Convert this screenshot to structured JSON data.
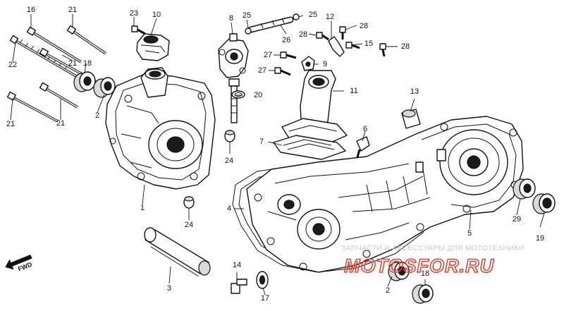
{
  "callouts": {
    "c16": "16",
    "c21a": "21",
    "c23": "23",
    "c10": "10",
    "c8": "8",
    "c25a": "25",
    "c25b": "25",
    "c12": "12",
    "c28a": "28",
    "c28b": "28",
    "c15": "15",
    "c28c": "28",
    "c9": "9",
    "c27a": "27",
    "c27b": "27",
    "c26": "26",
    "c22": "22",
    "c21b": "21",
    "c18": "18",
    "c20": "20",
    "c11": "11",
    "c21c": "21",
    "c21d": "21",
    "c2a": "2",
    "c13": "13",
    "c7": "7",
    "c6": "6",
    "c24a": "24",
    "c1": "1",
    "c4": "4",
    "c24b": "24",
    "c29": "29",
    "c19": "19",
    "c5": "5",
    "c3": "3",
    "c14": "14",
    "c17": "17",
    "c2b": "2",
    "c18b": "18"
  },
  "fwd": "FWD",
  "watermark": {
    "caption": "ЗАПЧАСТИ И АКСЕССУАРЫ ДЛЯ МОТОТЕХНИКИ",
    "brand": "MOTOSFOR.RU"
  },
  "colors": {
    "ink": "#111111",
    "watermark_red": "#d64a3a",
    "watermark_grey": "#c9c9c9"
  }
}
